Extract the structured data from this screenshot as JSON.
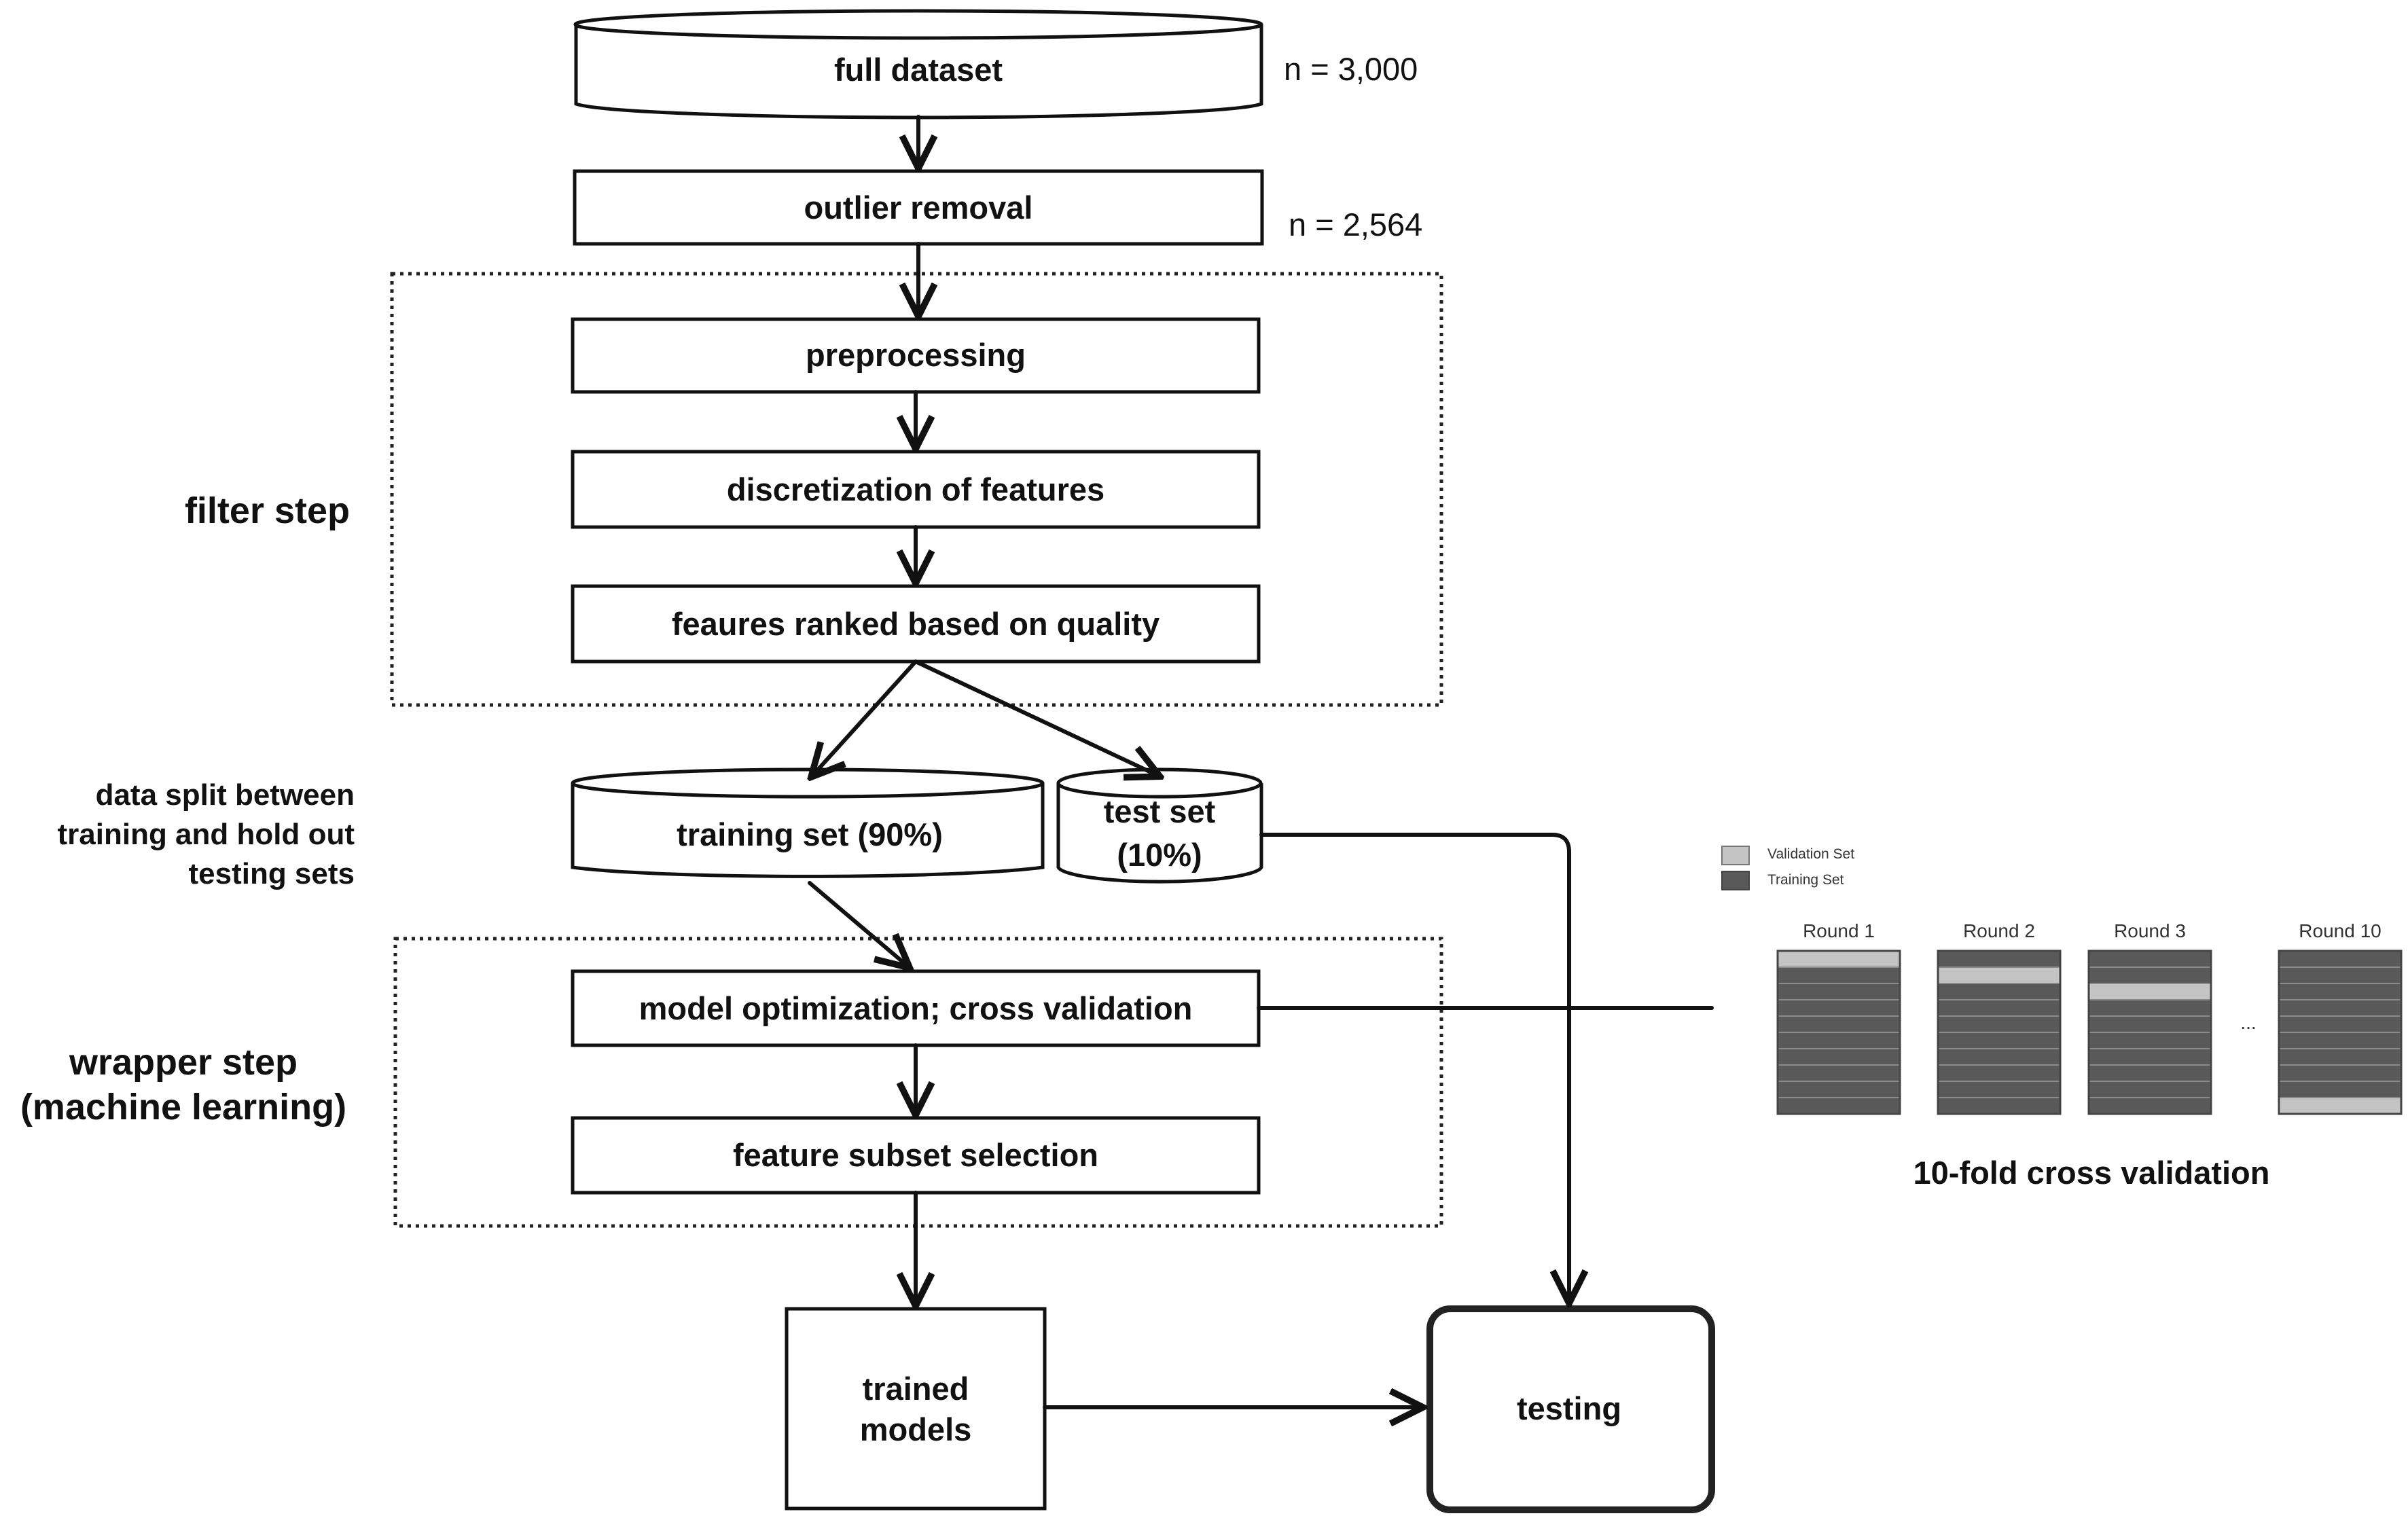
{
  "nodes": {
    "full_dataset": "full dataset",
    "outlier_removal": "outlier removal",
    "preprocessing": "preprocessing",
    "discretization": "discretization of features",
    "features_ranked": "feaures ranked based on quality",
    "training_set": "training set (90%)",
    "test_set_line1": "test set",
    "test_set_line2": "(10%)",
    "model_optimization": "model optimization; cross validation",
    "feature_subset": "feature subset selection",
    "trained_models_line1": "trained",
    "trained_models_line2": "models",
    "testing": "testing"
  },
  "counts": {
    "full": "n = 3,000",
    "after_outliers": "n = 2,564"
  },
  "groups": {
    "filter_step": "filter step",
    "data_split_line1": "data split between",
    "data_split_line2": "training and hold out",
    "data_split_line3": "testing sets",
    "wrapper_line1": "wrapper step",
    "wrapper_line2": "(machine learning)"
  },
  "cross_validation": {
    "title": "10-fold cross validation",
    "legend": {
      "validation": "Validation Set",
      "training": "Training Set"
    },
    "ellipsis": "...",
    "folds_per_round": 10,
    "rounds": [
      {
        "label": "Round 1",
        "validation_fold": 1
      },
      {
        "label": "Round 2",
        "validation_fold": 2
      },
      {
        "label": "Round 3",
        "validation_fold": 3
      },
      {
        "label": "Round 10",
        "validation_fold": 10
      }
    ],
    "colors": {
      "validation": "#c4c4c4",
      "training": "#595959",
      "divider": "#8a8a8a"
    }
  }
}
